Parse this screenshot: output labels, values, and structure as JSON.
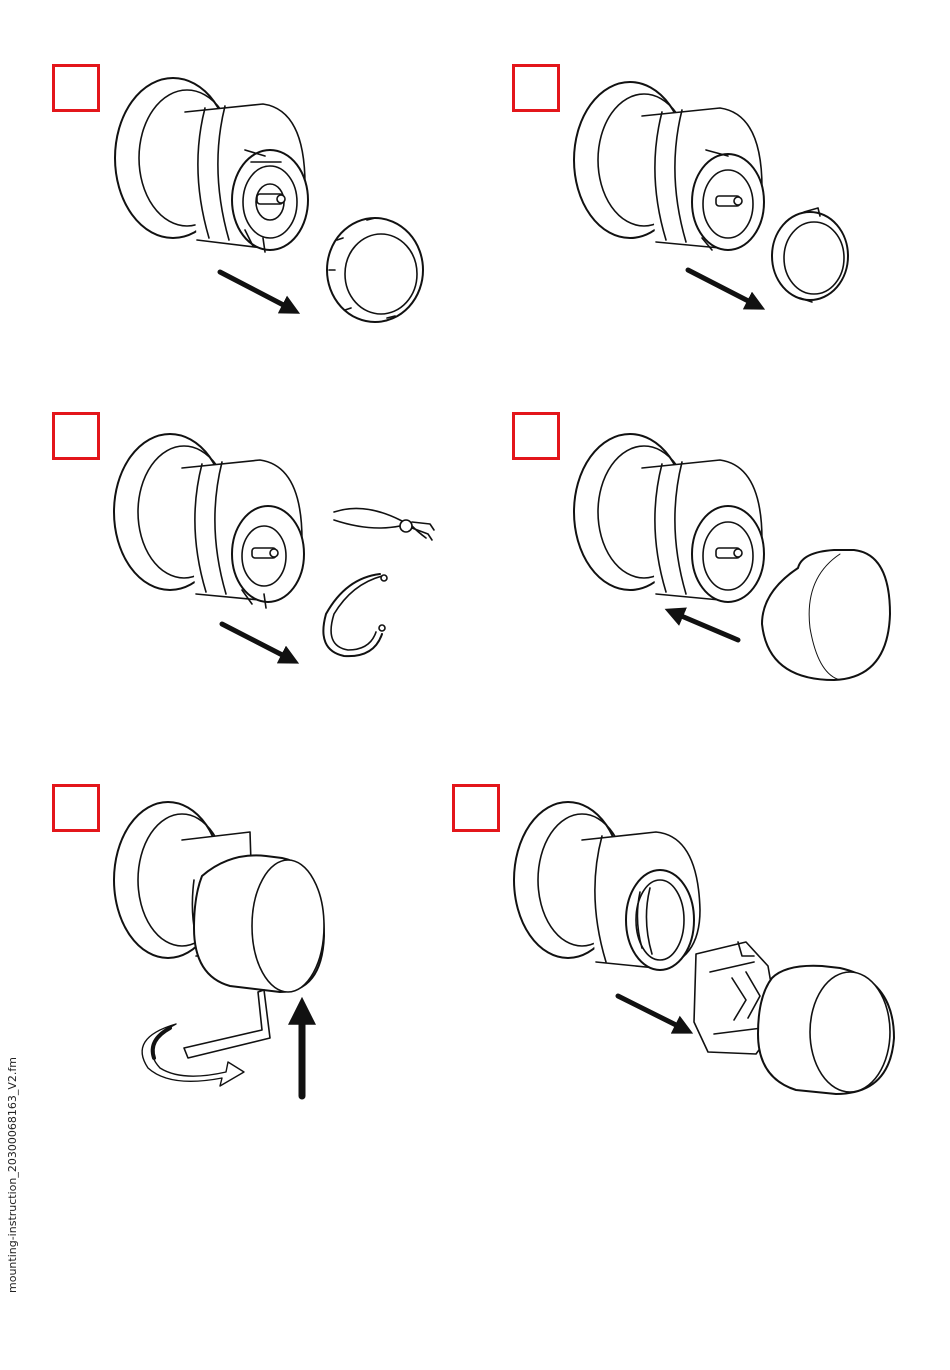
{
  "footer": {
    "file_label": "mounting-instruction_20300068163_V2.fm"
  },
  "colors": {
    "step_box_border": "#e3161b",
    "line_art": "#111111",
    "page": "#ffffff"
  },
  "steps": [
    {
      "icon": "remove-trim-ring-illustration"
    },
    {
      "icon": "remove-adapter-ring-illustration"
    },
    {
      "icon": "remove-retaining-ring-with-pliers-illustration"
    },
    {
      "icon": "remove-cap-illustration"
    },
    {
      "icon": "loosen-grub-screw-hex-key-illustration"
    },
    {
      "icon": "pull-out-cartridge-illustration"
    }
  ]
}
